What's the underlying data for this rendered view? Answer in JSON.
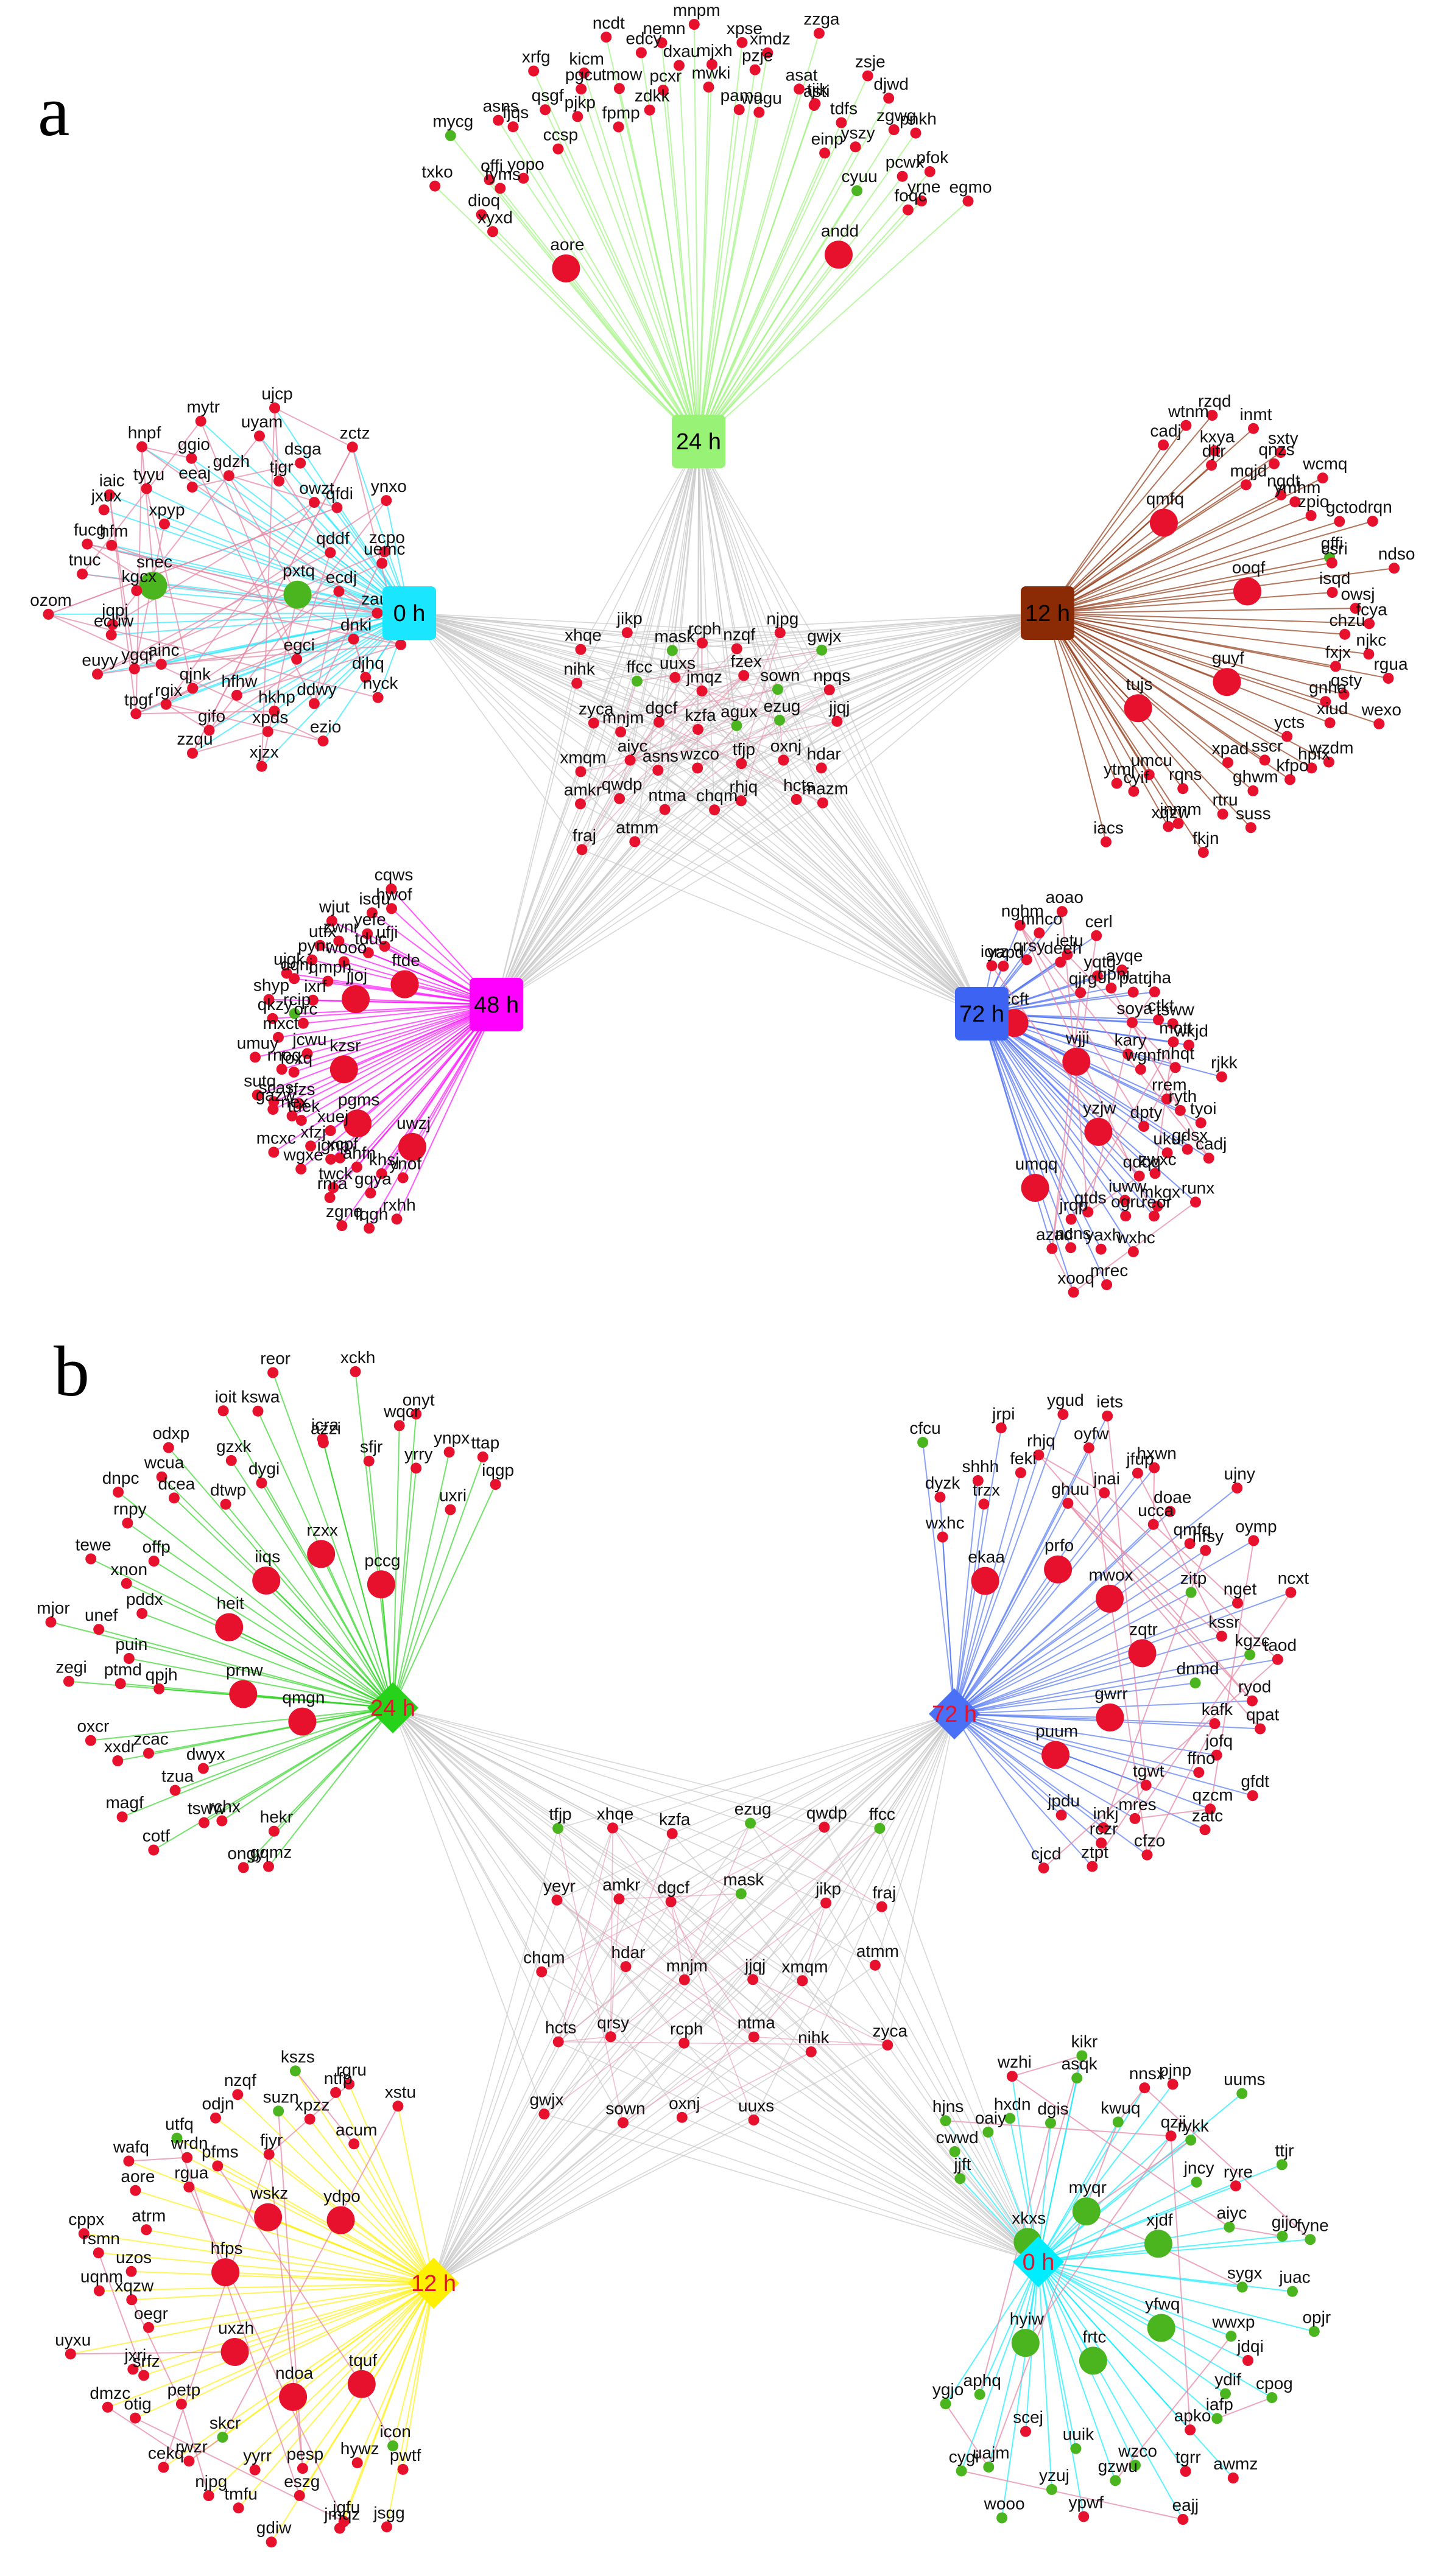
{
  "colors": {
    "edge_grey": "#c8c8c8",
    "edge_pink": "#e58aa6",
    "node_red": "#e8112d",
    "node_green": "#4ab51e",
    "panel_a": {
      "24 h": "#98f275",
      "12 h": "#8b2b05",
      "0 h": "#1ae6ff",
      "48 h": "#ff00ff",
      "72 h": "#3d63f2"
    },
    "panel_b": {
      "24 h": "#27d21a",
      "72 h": "#4970f5",
      "12 h": "#fff000",
      "0 h": "#00ecff"
    },
    "hub_text_a": {
      "24 h": "#000000",
      "12 h": "#000000",
      "0 h": "#000000",
      "48 h": "#000000",
      "72 h": "#000000"
    },
    "hub_text_b": {
      "24 h": "#e8112d",
      "72 h": "#e8112d",
      "12 h": "#e8112d",
      "0 h": "#e8112d"
    }
  },
  "panel_a": {
    "letter": "a",
    "hub_shape": "square",
    "hubs": [
      {
        "id": "24 h",
        "label": "24 h"
      },
      {
        "id": "12 h",
        "label": "12 h"
      },
      {
        "id": "0 h",
        "label": "0 h"
      },
      {
        "id": "48 h",
        "label": "48 h"
      },
      {
        "id": "72 h",
        "label": "72 h"
      }
    ],
    "groups": {
      "24 h": {
        "big_red": [
          "aore",
          "andd"
        ],
        "red": [
          "dioq",
          "wugu",
          "nemn",
          "pcwx",
          "xpse",
          "djwd",
          "asns",
          "pcxr",
          "pzje",
          "ncdt",
          "pjkp",
          "xyxd",
          "yszy",
          "qsgf",
          "yrne",
          "zdkk",
          "einp",
          "pama",
          "zgwg",
          "asat",
          "dxau",
          "pgcu",
          "xmdz",
          "zsje",
          "egmo",
          "mjxh",
          "tdfs",
          "fpmp",
          "txko",
          "pnkh",
          "tjik",
          "foqc",
          "ccsp",
          "zzga",
          "mnpm",
          "pfok",
          "yopo",
          "mwki",
          "kicm",
          "xrfg",
          "offi",
          "asti",
          "fyms",
          "edcy",
          "fjqs",
          "tmow"
        ],
        "green": [
          "cyuu",
          "mycg"
        ]
      },
      "12 h": {
        "big_red": [
          "qmfq",
          "ooqf",
          "guyf",
          "tujs"
        ],
        "red": [
          "ycts",
          "cadj",
          "csri",
          "rzqd",
          "ghwm",
          "chzu",
          "fcya",
          "ymhm",
          "sxty",
          "ngdt",
          "xpad",
          "rtru",
          "wtnm",
          "cyif",
          "owsj",
          "drqn",
          "rgua",
          "qnzs",
          "umcu",
          "gnha",
          "xqzw",
          "kxya",
          "zpio",
          "ndso",
          "inmt",
          "qsty",
          "jnmm",
          "suss",
          "njkc",
          "rqns",
          "sscr",
          "wcmq",
          "hpfx",
          "wzdm",
          "djtr",
          "isqd",
          "fxjx",
          "ytmj",
          "fkjn",
          "wexo",
          "xiud",
          "iacs",
          "mqjd",
          "kfpo",
          "gcto"
        ],
        "green": [
          "gffi"
        ]
      },
      "0 h": {
        "big_green": [
          "pxtq",
          "snec"
        ],
        "red": [
          "jxux",
          "djhq",
          "ddwy",
          "ecdj",
          "uyam",
          "nyck",
          "zzqu",
          "ujcp",
          "ozom",
          "kgcx",
          "mytr",
          "eeaj",
          "qddf",
          "hfhw",
          "euyy",
          "tpgf",
          "ecuw",
          "ainc",
          "tnuc",
          "fucg",
          "egci",
          "qjnk",
          "ezio",
          "gdzh",
          "iaic",
          "ggio",
          "xjzx",
          "zctz",
          "xpyp",
          "uemc",
          "zaug",
          "ynxo",
          "jgnf",
          "tyyu",
          "rgix",
          "qfdi",
          "hfm",
          "dnki",
          "tjgr",
          "zcpo",
          "gifo",
          "owzt",
          "xpds",
          "ygqi",
          "hkhp",
          "jqpj",
          "hnpf",
          "dsga"
        ],
        "green": []
      },
      "48 h": {
        "big_red": [
          "uwzj",
          "pgms",
          "kzsr",
          "jjoj",
          "ftde"
        ],
        "red": [
          "tuek",
          "wjut",
          "isqu",
          "sutq",
          "foxq",
          "cqws",
          "ixrf",
          "wgxe",
          "utfx",
          "shyp",
          "jcwu",
          "xfzj",
          "ynof",
          "rnoq",
          "mxct",
          "yefe",
          "hwof",
          "pynr",
          "rxhh",
          "qmph",
          "khsj",
          "rfzs",
          "fqgh",
          "ahfn",
          "zgnq",
          "umuy",
          "rnra",
          "gazw",
          "gqya",
          "mcxc",
          "riex",
          "dqnj",
          "xuej",
          "wooo",
          "zwnr",
          "qkzy",
          "twck",
          "ignp",
          "ufji",
          "tduc",
          "ujgk",
          "scas",
          "xcpf",
          "orc"
        ],
        "green": [
          "rcip"
        ]
      },
      "72 h": {
        "big_red": [
          "ccft",
          "wjji",
          "yzjw",
          "umqq"
        ],
        "red": [
          "ogru",
          "reor",
          "wkjd",
          "ayqe",
          "mkgx",
          "kary",
          "runx",
          "qjrg",
          "rrem",
          "yqtg",
          "nghm",
          "gpni",
          "rjkk",
          "ncns",
          "rjha",
          "iorz",
          "gdsx",
          "mhco",
          "qdqq",
          "yapd",
          "wxhc",
          "yaxh",
          "mrec",
          "ukur",
          "deeh",
          "jrqp",
          "cadj",
          "qtds",
          "tyoi",
          "azad",
          "cerl",
          "patu",
          "qrsy",
          "iuww",
          "ietu",
          "mott",
          "soya",
          "tsww",
          "wgnf",
          "dpty",
          "ctkt",
          "aoao",
          "ryth",
          "nhqt",
          "xooq",
          "zwxc"
        ],
        "green": []
      },
      "center": {
        "red": [
          "tfjp",
          "ntma",
          "fraj",
          "rcph",
          "njpg",
          "hdar",
          "qwdp",
          "xmqm",
          "npqs",
          "mazm",
          "asns",
          "nzqf",
          "hcts",
          "uuxs",
          "atmm",
          "fzex",
          "chqm",
          "rhjq",
          "oxnj",
          "zyca",
          "wzco",
          "nihk",
          "amkr",
          "mnjm",
          "jmqz",
          "xhqe",
          "aiyc",
          "jjqj",
          "dgcf",
          "kzfa",
          "jikp"
        ],
        "green": [
          "ffcc",
          "agux",
          "sown",
          "mask",
          "gwjx",
          "ezug"
        ]
      }
    }
  },
  "panel_b": {
    "letter": "b",
    "hub_shape": "diamond",
    "hubs": [
      {
        "id": "24 h",
        "label": "24 h"
      },
      {
        "id": "72 h",
        "label": "72 h"
      },
      {
        "id": "12 h",
        "label": "12 h"
      },
      {
        "id": "0 h",
        "label": "0 h"
      }
    ],
    "groups": {
      "24 h": {
        "big_red": [
          "qmgn",
          "prnw",
          "heit",
          "iiqs",
          "rzxx",
          "pccg"
        ],
        "red": [
          "cotf",
          "dtwp",
          "xckh",
          "ioit",
          "ongy",
          "xnon",
          "zegi",
          "offp",
          "zcac",
          "oxcr",
          "rnpy",
          "wqcr",
          "kswa",
          "azzi",
          "onyt",
          "qpjh",
          "uxri",
          "puin",
          "iqgp",
          "ynpx",
          "gqmz",
          "sfjr",
          "unef",
          "yrry",
          "wcua",
          "magf",
          "odxp",
          "tzua",
          "hekr",
          "tsww",
          "icra",
          "rchx",
          "dygi",
          "ttap",
          "mjor",
          "xxdr",
          "gzxk",
          "reor",
          "pddx",
          "ptmd",
          "dcea",
          "dnpc",
          "tewe",
          "dwyx"
        ],
        "green": []
      },
      "72 h": {
        "big_red": [
          "ekaa",
          "prfo",
          "mwox",
          "zqtr",
          "gwrr",
          "puum"
        ],
        "red": [
          "shhh",
          "qpat",
          "tgwt",
          "jfup",
          "hxwn",
          "taod",
          "ryod",
          "kafk",
          "ujny",
          "ncxt",
          "qmfq",
          "hfsy",
          "ygud",
          "mres",
          "rhjq",
          "zatc",
          "gfdt",
          "rczr",
          "qzcm",
          "oymp",
          "iets",
          "jofq",
          "cfzo",
          "kssr",
          "inkj",
          "ucca",
          "ghuu",
          "doae",
          "ffno",
          "wxhc",
          "jnai",
          "jpdu",
          "dyzk",
          "ztpt",
          "trzx",
          "feki",
          "oyfw",
          "cjcd",
          "nget",
          "jrpi"
        ],
        "green": [
          "zitp",
          "dnmd",
          "kgzc",
          "cfcu"
        ]
      },
      "12 h": {
        "big_red": [
          "tquf",
          "ndoa",
          "uxzh",
          "hfps",
          "wskz",
          "ydpo"
        ],
        "red": [
          "jmqz",
          "cekq",
          "atrm",
          "rwzr",
          "eszg",
          "wafq",
          "pesp",
          "tmfu",
          "jxri",
          "xqzw",
          "pfms",
          "yyrr",
          "ntfp",
          "odjn",
          "hywz",
          "rgru",
          "uqnm",
          "otig",
          "njpg",
          "aore",
          "nzqf",
          "oegr",
          "cppx",
          "uyxu",
          "pwtf",
          "acum",
          "dmzc",
          "gdiw",
          "xpzz",
          "rgua",
          "srfz",
          "jsgg",
          "xstu",
          "rsmn",
          "petp",
          "uzos",
          "jgfu",
          "fjyr",
          "wrdn"
        ],
        "green": [
          "suzn",
          "icon",
          "utfq",
          "kszs",
          "skcr"
        ]
      },
      "0 h": {
        "big_green": [
          "xkxs",
          "myqr",
          "xjdf",
          "yfwq",
          "frtc",
          "hyiw"
        ],
        "red": [
          "wzhi",
          "pjnp",
          "qzij",
          "jdqi",
          "ypwf",
          "scej",
          "eajj",
          "tgrr",
          "awmz",
          "nnsx",
          "ryre",
          "apko"
        ],
        "green": [
          "aiyc",
          "jjft",
          "yzuj",
          "opjr",
          "asqk",
          "juac",
          "gijo",
          "ttjr",
          "hxdn",
          "kwuq",
          "uums",
          "gzwu",
          "aphq",
          "fyne",
          "cpog",
          "jncy",
          "cygi",
          "rykk",
          "wzco",
          "wwxp",
          "uuik",
          "uajm",
          "cwwd",
          "ygjo",
          "dgis",
          "hjns",
          "sygx",
          "ydif",
          "wooo",
          "oaiy",
          "iafp",
          "kikr"
        ]
      },
      "center": {
        "red": [
          "ntma",
          "xhqe",
          "yeyr",
          "jjqj",
          "oxnj",
          "qwdp",
          "dgcf",
          "zyca",
          "amkr",
          "gwjx",
          "jikp",
          "atmm",
          "chqm",
          "fraj",
          "xmqm",
          "kzfa",
          "rcph",
          "qrsy",
          "mnjm",
          "hcts",
          "hdar",
          "nihk",
          "sown",
          "uuxs"
        ],
        "green": [
          "ffcc",
          "mask",
          "tfjp",
          "ezug"
        ]
      }
    }
  }
}
